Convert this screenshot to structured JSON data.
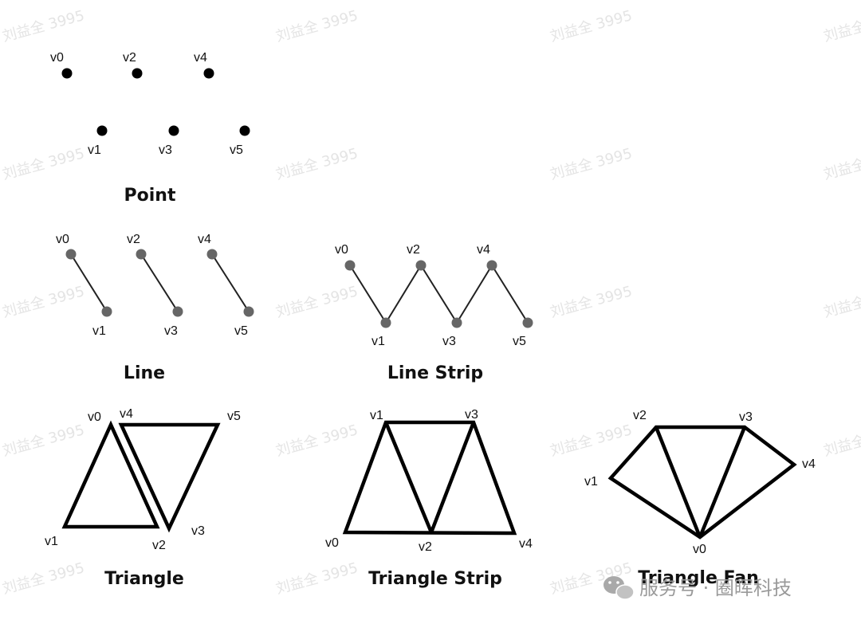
{
  "watermark": "刘益全 3995",
  "footer": {
    "text": "服务号 · 圈晖科技"
  },
  "panels": [
    {
      "id": "point",
      "title": "Point",
      "labels": [
        "v0",
        "v1",
        "v2",
        "v3",
        "v4",
        "v5"
      ]
    },
    {
      "id": "line",
      "title": "Line",
      "labels": [
        "v0",
        "v1",
        "v2",
        "v3",
        "v4",
        "v5"
      ]
    },
    {
      "id": "line-strip",
      "title": "Line Strip",
      "labels": [
        "v0",
        "v1",
        "v2",
        "v3",
        "v4",
        "v5"
      ]
    },
    {
      "id": "triangle",
      "title": "Triangle",
      "labels": [
        "v0",
        "v1",
        "v2",
        "v3",
        "v4",
        "v5"
      ]
    },
    {
      "id": "triangle-strip",
      "title": "Triangle Strip",
      "labels": [
        "v0",
        "v1",
        "v2",
        "v3",
        "v4"
      ]
    },
    {
      "id": "triangle-fan",
      "title": "Triangle Fan",
      "labels": [
        "v0",
        "v1",
        "v2",
        "v3",
        "v4"
      ]
    }
  ]
}
